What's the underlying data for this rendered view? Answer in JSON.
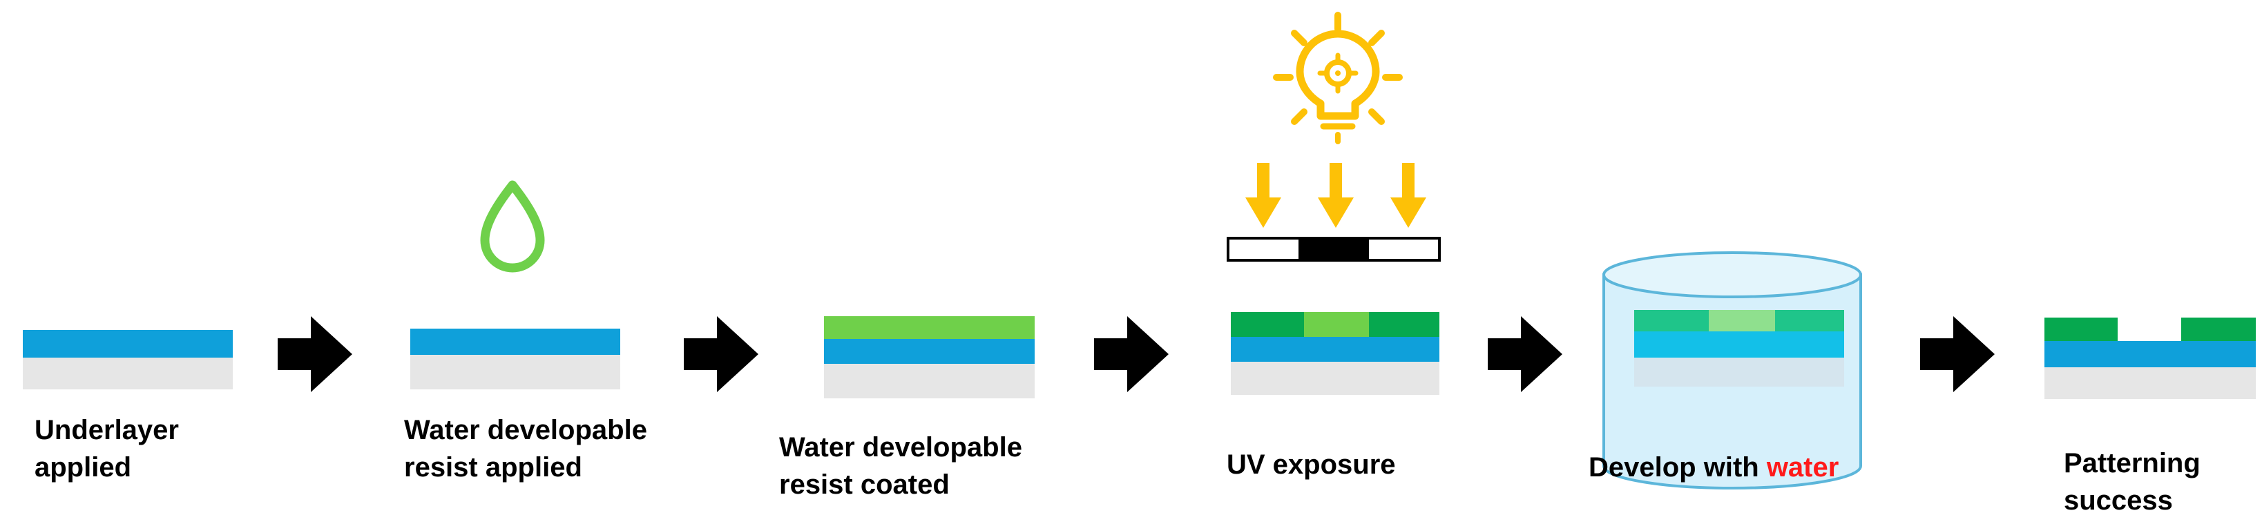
{
  "colors": {
    "underlayer": "#0fa0da",
    "substrate": "#e6e6e6",
    "resist_unexposed": "#06a84f",
    "resist_exposed": "#6fd04a",
    "resist_coated": "#6fd04a",
    "droplet": "#6fd04a",
    "arrow": "#000000",
    "uv": "#fdc107",
    "developer_bath": "#d6f0fb",
    "bath_outline": "#5cb6da",
    "underlayer_in_bath": "#13c0e8",
    "resist_in_bath": "#1fc58a",
    "resist_exposed_in_bath": "#8fe08e",
    "highlight_text": "#ff1a1a"
  },
  "icons": {
    "droplet": "water-droplet-icon",
    "bulb": "uv-lightbulb-icon",
    "process_arrow": "right-arrow-icon",
    "uv_ray": "down-arrow-icon"
  },
  "steps": [
    {
      "line1": "Underlayer",
      "line2": "applied"
    },
    {
      "line1": "Water developable",
      "line2": "resist applied"
    },
    {
      "line1": "Water developable",
      "line2": "resist coated"
    },
    {
      "line1": "UV exposure"
    },
    {
      "line1": "Develop with ",
      "highlight": "water"
    },
    {
      "line1": "Patterning",
      "line2": "success"
    }
  ]
}
